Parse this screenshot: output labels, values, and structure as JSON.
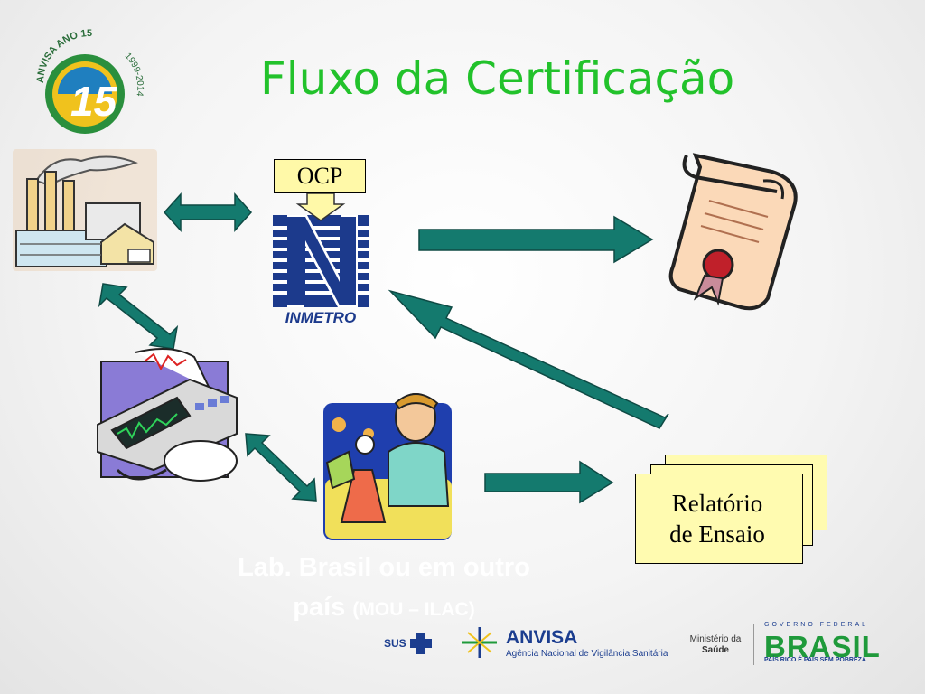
{
  "title": "Fluxo da Certificação",
  "ocp_label": "OCP",
  "inmetro_label": "INMETRO",
  "report": {
    "line1": "Relatório",
    "line2": "de Ensaio"
  },
  "lab": {
    "line1": "Lab. Brasil ou em outro",
    "line2": "país",
    "note": "(MOU – ILAC)"
  },
  "badge": {
    "top_text": "ANVISA ANO 15",
    "years": "1999-2014",
    "number": "15"
  },
  "footer": {
    "sus": "SUS",
    "anvisa_name": "ANVISA",
    "anvisa_subtitle": "Agência Nacional de Vigilância Sanitária",
    "ministerio_line1": "Ministério da",
    "ministerio_line2": "Saúde",
    "gov_federal": "GOVERNO FEDERAL",
    "brasil": "BRASIL",
    "brasil_slogan": "PAÍS RICO É PAÍS SEM POBREZA"
  },
  "colors": {
    "title": "#22c22b",
    "arrow": "#147a6e",
    "note_fill": "#fffbb0",
    "inmetro_blue": "#1c3a8c"
  },
  "icons": [
    "factory-icon",
    "inmetro-logo-icon",
    "certificate-scroll-icon",
    "medical-device-icon",
    "lab-scientist-icon",
    "report-pages-icon"
  ]
}
